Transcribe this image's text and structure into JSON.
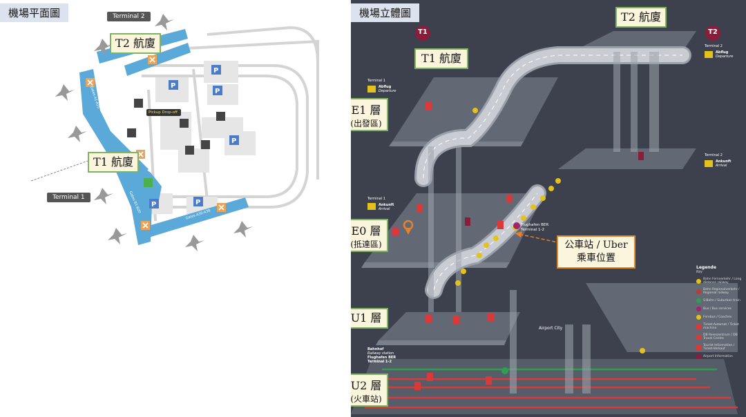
{
  "left_panel": {
    "title": "機場平面圖",
    "t2_label": "Terminal 2",
    "t1_label": "Terminal 1",
    "t2_callout": "T2 航廈",
    "t1_callout": "T1 航廈",
    "pickup_text": "Pickup Drop-off",
    "gates_a": "Gates A1-A25",
    "gates_b": "Gates B1-B20",
    "gates_c": "Gates A30-A38",
    "colors": {
      "terminal": "#5aa9d8",
      "parking": "#4a7cc9"
    }
  },
  "right_panel": {
    "title": "機場立體圖",
    "t1_badge": "T1",
    "t2_badge": "T2",
    "t1_callout": "T1 航廈",
    "t2_callout": "T2 航廈",
    "levels": [
      {
        "level": "E1 層",
        "desc": "(出發區)"
      },
      {
        "level": "E0 層",
        "desc": "(抵達區)"
      },
      {
        "level": "U1 層",
        "desc": ""
      },
      {
        "level": "U2 層",
        "desc": "(火車站)"
      }
    ],
    "bus_callout_line1": "公車站 / Uber",
    "bus_callout_line2": "乘車位置",
    "t1_departure": {
      "title": "Terminal 1",
      "de": "Abflug",
      "en": "Departure"
    },
    "t1_arrival": {
      "title": "Terminal 1",
      "de": "Ankunft",
      "en": "Arrival"
    },
    "t2_departure": {
      "title": "Terminal 2",
      "de": "Abflug",
      "en": "Departure"
    },
    "t2_arrival": {
      "title": "Terminal 2",
      "de": "Ankunft",
      "en": "Arrival"
    },
    "station_sign": "Flughafen BER Terminal 1-2",
    "station_label": {
      "l1": "Bahnhof",
      "l2": "Railway station",
      "l3": "Flughafen BER",
      "l4": "Terminal 1-2"
    },
    "airport_city": "Airport City",
    "legend": {
      "title": "Legende",
      "subtitle": "Key",
      "items": [
        {
          "color": "#e5c21b",
          "label": "Bahn Fernverkehr / Long distance railway"
        },
        {
          "color": "#c0392b",
          "label": "Bahn Regionalverkehr / Regional railway"
        },
        {
          "color": "#2e9e4f",
          "label": "S-Bahn / Suburban train"
        },
        {
          "color": "#a0246a",
          "label": "Bus / Bus services"
        },
        {
          "color": "#e5c21b",
          "label": "Fernbus / Coaches"
        },
        {
          "color": "#d83a3a",
          "label": "Ticket-Automat / Ticket machine"
        },
        {
          "color": "#d83a3a",
          "label": "DB Reisezentrum / DB Travel Centre"
        },
        {
          "color": "#d83a3a",
          "label": "Tourist Information / Ticket-Verkauf"
        },
        {
          "color": "#8b1c3c",
          "label": "Airport Information"
        }
      ]
    }
  }
}
